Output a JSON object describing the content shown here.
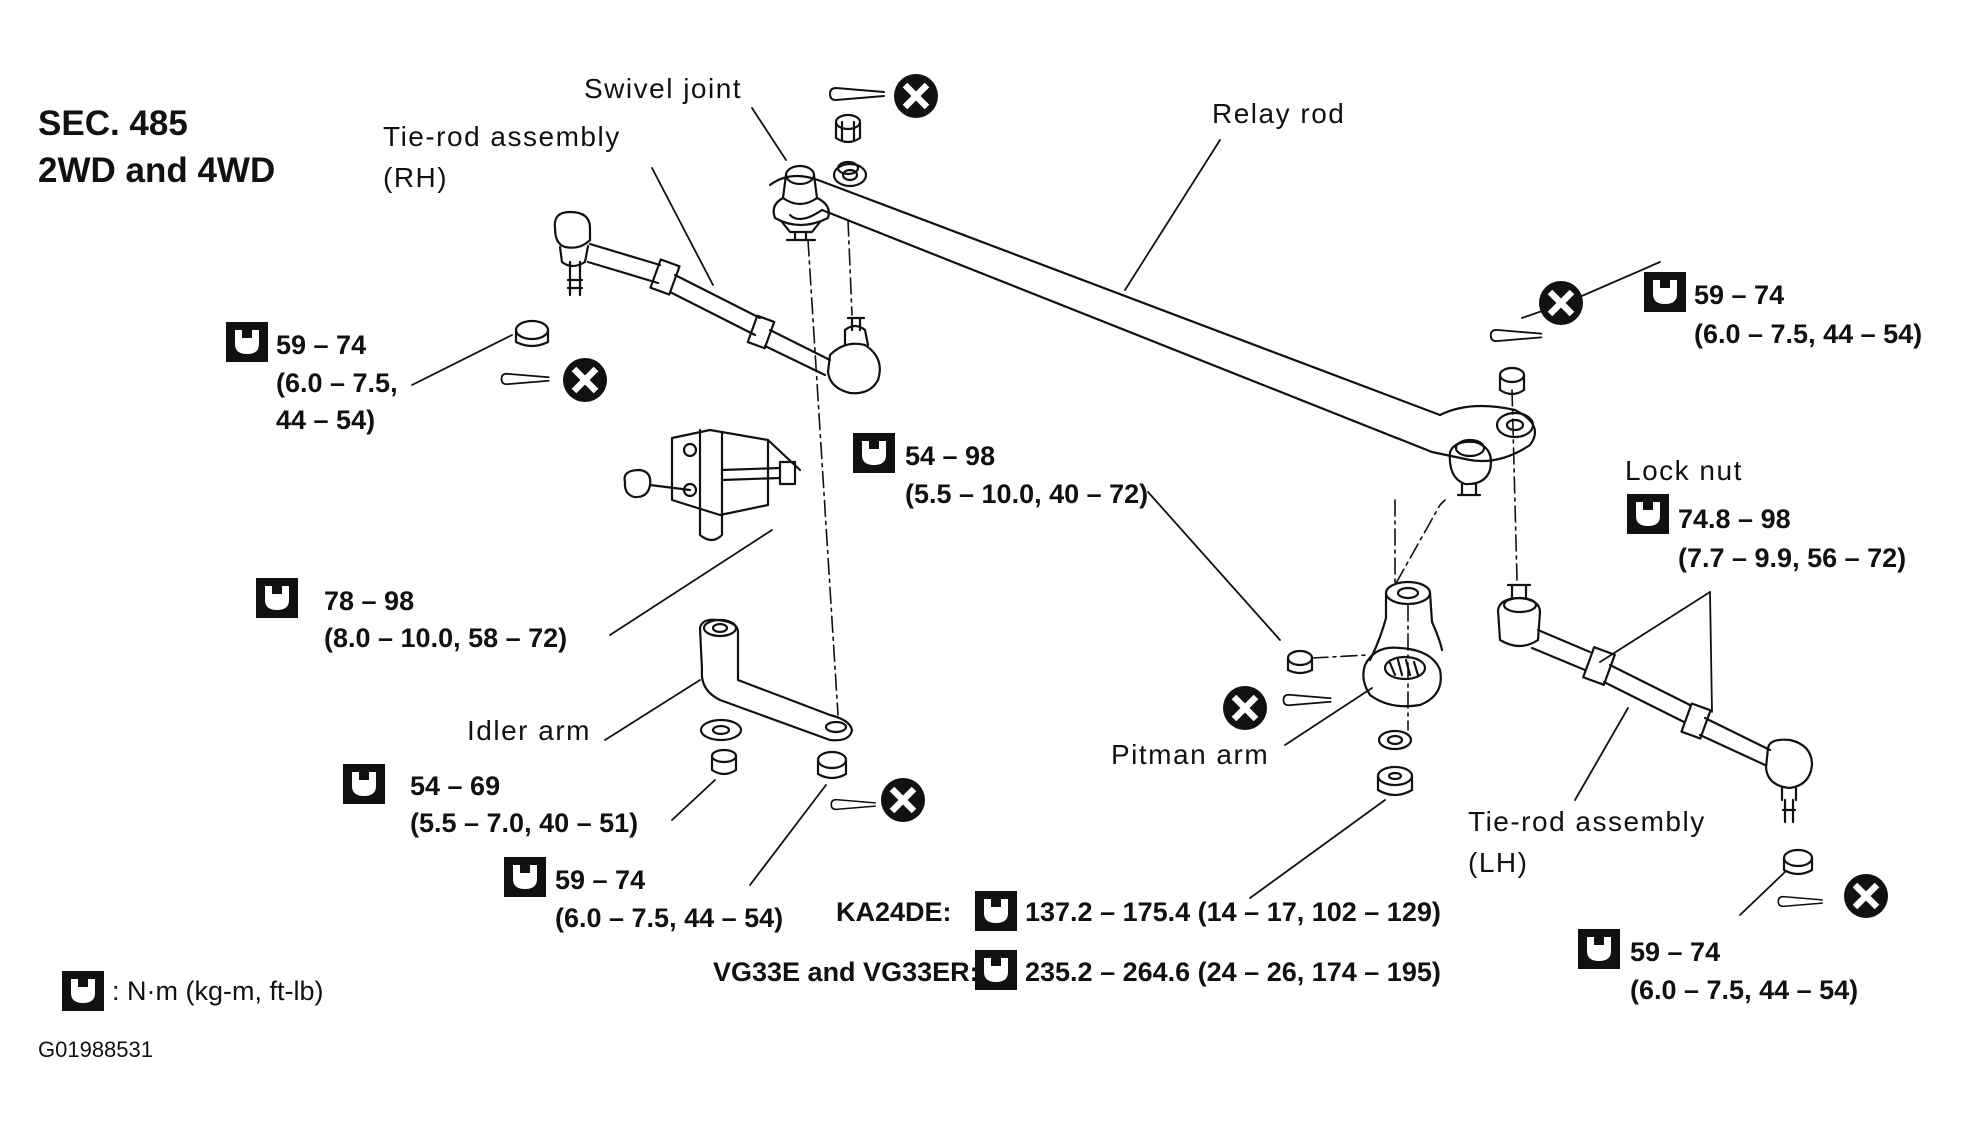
{
  "header": {
    "section": "SEC. 485",
    "subtitle": "2WD and 4WD"
  },
  "labels": {
    "swivel_joint": "Swivel joint",
    "relay_rod": "Relay rod",
    "tie_rod_rh_1": "Tie-rod assembly",
    "tie_rod_rh_2": "(RH)",
    "lock_nut": "Lock nut",
    "idler_arm": "Idler arm",
    "pitman_arm": "Pitman arm",
    "tie_rod_lh_1": "Tie-rod assembly",
    "tie_rod_lh_2": "(LH)"
  },
  "torques": {
    "rh_tierod_nut": {
      "l1": "59 – 74",
      "l2": "(6.0 – 7.5,",
      "l3": "44 – 54)"
    },
    "relay_rh_nut": {
      "l1": "59 – 74",
      "l2": "(6.0 – 7.5, 44 – 54)"
    },
    "swivel_nut": {
      "l1": "54 – 98",
      "l2": "(5.5 – 10.0, 40 – 72)"
    },
    "lock_nut": {
      "l1": "74.8 – 98",
      "l2": "(7.7 – 9.9, 56 – 72)"
    },
    "bracket_bolt": {
      "l1": "78 – 98",
      "l2": "(8.0 – 10.0, 58 – 72)"
    },
    "idler_nut": {
      "l1": "54 – 69",
      "l2": "(5.5 – 7.0, 40 – 51)"
    },
    "idler_castle": {
      "l1": "59 – 74",
      "l2": "(6.0 – 7.5, 44 – 54)"
    },
    "pitman_ka24de": {
      "engine": "KA24DE:",
      "value": "137.2 – 175.4 (14 – 17, 102 – 129)"
    },
    "pitman_vg33e": {
      "engine": "VG33E and VG33ER:",
      "value": "235.2 – 264.6 (24 – 26, 174 – 195)"
    },
    "lh_tierod_nut": {
      "l1": "59 – 74",
      "l2": "(6.0 – 7.5, 44 – 54)"
    }
  },
  "legend": {
    "unit": ": N·m (kg-m, ft-lb)"
  },
  "figure_id": "G01988531",
  "icons": {
    "torque": "torque-wrench-icon",
    "replace": "do-not-reuse-icon"
  }
}
